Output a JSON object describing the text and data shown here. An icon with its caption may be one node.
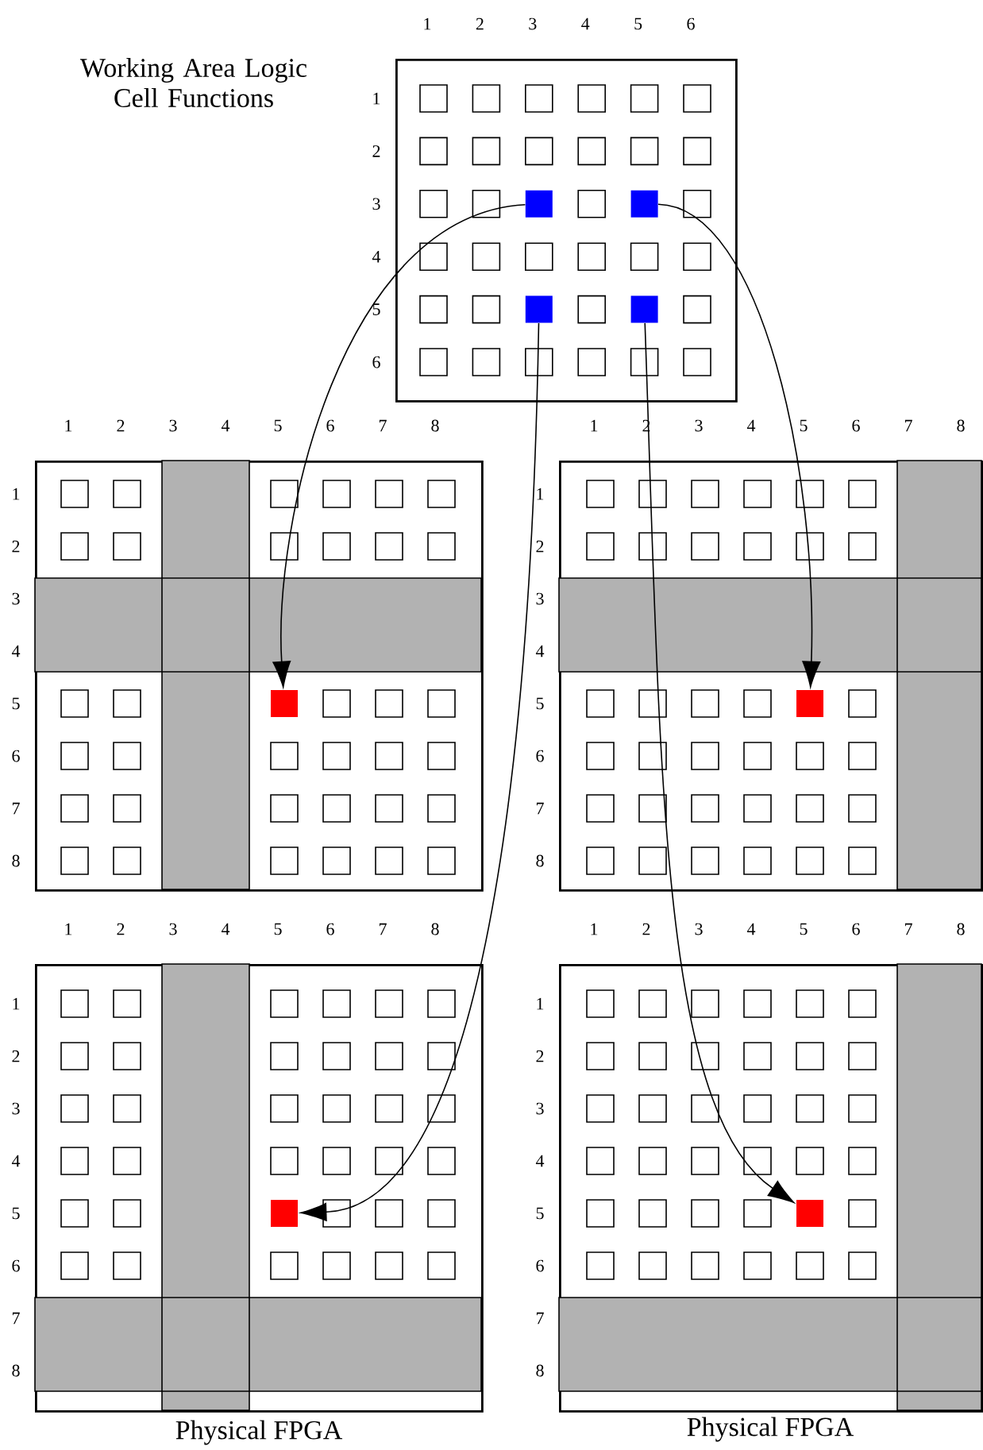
{
  "diagram": {
    "nodes": [
      {
        "text": [
          "Working Area Logic Cell Functions"
        ]
      },
      {
        "text": [],
        "shape": "box",
        "in": 0
      },
      {
        "text": [],
        "shape": "box",
        "in": 0
      },
      {
        "text": [],
        "shape": "box",
        "in": 0
      },
      {
        "text": [],
        "shape": "box",
        "in": 0
      },
      {
        "text": [],
        "shape": "box"
      },
      {
        "text": [],
        "shape": "box",
        "in": 5
      },
      {
        "text": [],
        "shape": "box"
      },
      {
        "text": [],
        "shape": "box",
        "in": 7
      },
      {
        "text": [
          "Physical FPGA"
        ]
      },
      {
        "text": [],
        "shape": "box",
        "in": 9
      },
      {
        "text": [
          "Physical FPGA"
        ]
      },
      {
        "text": [],
        "shape": "box",
        "in": 11
      }
    ],
    "edges": [
      {
        "from": 1,
        "to": 6,
        "arrow": "to"
      },
      {
        "from": 2,
        "to": 8,
        "arrow": "to"
      },
      {
        "from": 3,
        "to": 10,
        "arrow": "to"
      },
      {
        "from": 4,
        "to": 12,
        "arrow": "to"
      }
    ],
    "labels": [
      "1",
      "2",
      "3",
      "4",
      "5",
      "6",
      "1",
      "2",
      "3",
      "4",
      "5",
      "6",
      "1",
      "2",
      "3",
      "4",
      "5",
      "6",
      "7",
      "8",
      "1",
      "2",
      "3",
      "4",
      "5",
      "6",
      "7",
      "8",
      "1",
      "2",
      "3",
      "4",
      "5",
      "6",
      "7",
      "8",
      "1",
      "2",
      "3",
      "4",
      "5",
      "6",
      "7",
      "8",
      "1",
      "2",
      "3",
      "4",
      "5",
      "6",
      "7",
      "8",
      "1",
      "2",
      "3",
      "4",
      "5",
      "6",
      "7",
      "8",
      "1",
      "2",
      "3",
      "4",
      "5",
      "6",
      "7",
      "8",
      "1",
      "2",
      "3",
      "4",
      "5",
      "6",
      "7",
      "8"
    ]
  }
}
